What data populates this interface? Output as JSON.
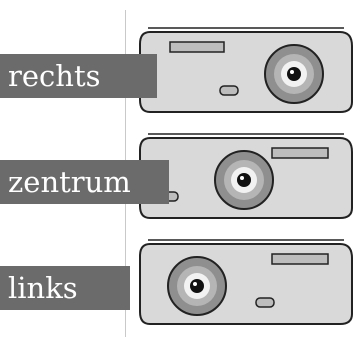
{
  "options": [
    {
      "id": "rechts",
      "label": "rechts",
      "lens_position": "right"
    },
    {
      "id": "zentrum",
      "label": "zentrum",
      "lens_position": "center"
    },
    {
      "id": "links",
      "label": "links",
      "lens_position": "left"
    }
  ],
  "colors": {
    "label_bg": "#6b6b6b",
    "label_text": "#ffffff",
    "body_fill": "#d9d9d9",
    "outline": "#222222",
    "divider": "#c9c9c9"
  },
  "icons": [
    "projector-icon",
    "lens-icon"
  ]
}
